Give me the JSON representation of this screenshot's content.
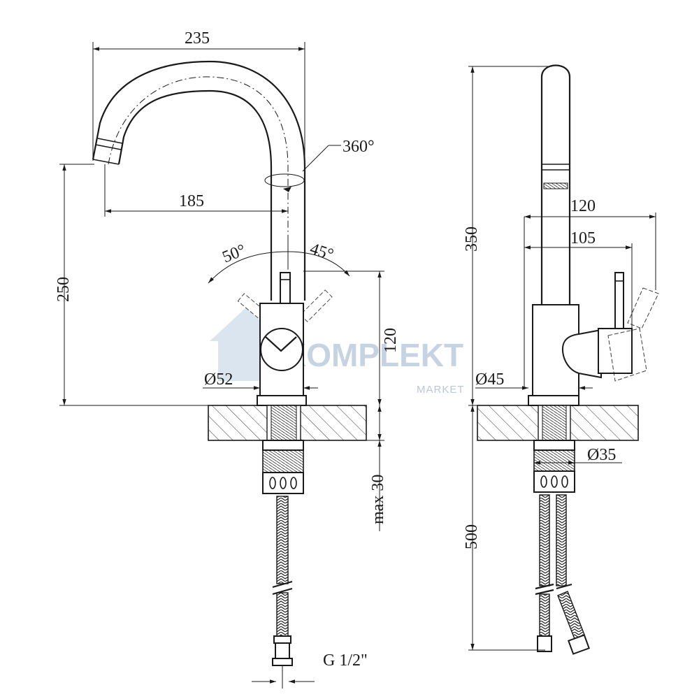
{
  "front_view": {
    "dims": {
      "width_total": "235",
      "spout_reach": "185",
      "rotation": "360°",
      "height": "250",
      "handle_left_angle": "50°",
      "handle_right_angle": "45°",
      "body_height": "120",
      "body_diameter": "Ø52",
      "mount_thickness": "max 30",
      "connection": "G 1/2\""
    }
  },
  "side_view": {
    "dims": {
      "spout_height": "350",
      "handle_reach": "120",
      "handle_offset": "105",
      "base_diameter": "Ø45",
      "hole_diameter": "Ø35",
      "hose_length": "500"
    }
  },
  "watermark": {
    "brand": "KOMPLEKT",
    "sub": "MARKET"
  }
}
